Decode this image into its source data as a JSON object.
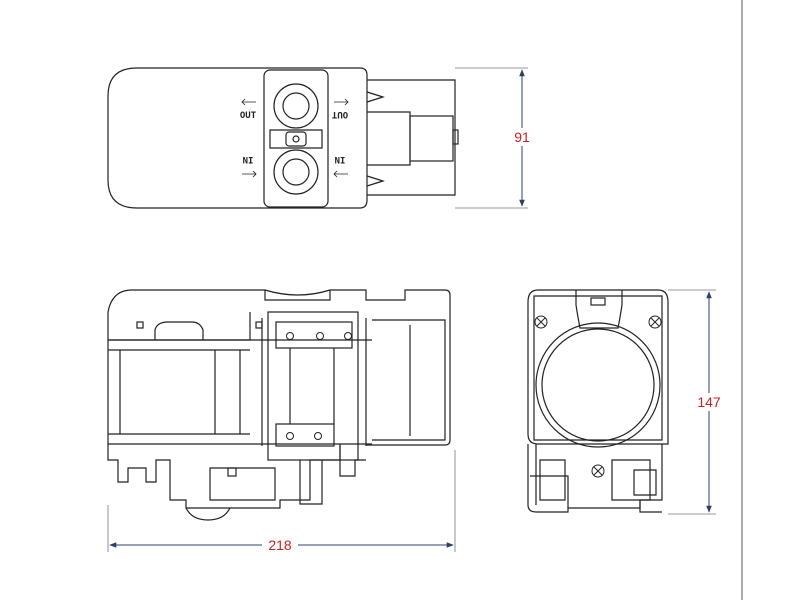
{
  "dimensions": {
    "width_top": "91",
    "length": "218",
    "height": "147",
    "color": "#cc1f1f",
    "line_color": "#2b3f6b"
  },
  "ports": {
    "out_left": "OUT",
    "out_right": "OUT",
    "in_left": "IN",
    "in_right": "IN"
  }
}
